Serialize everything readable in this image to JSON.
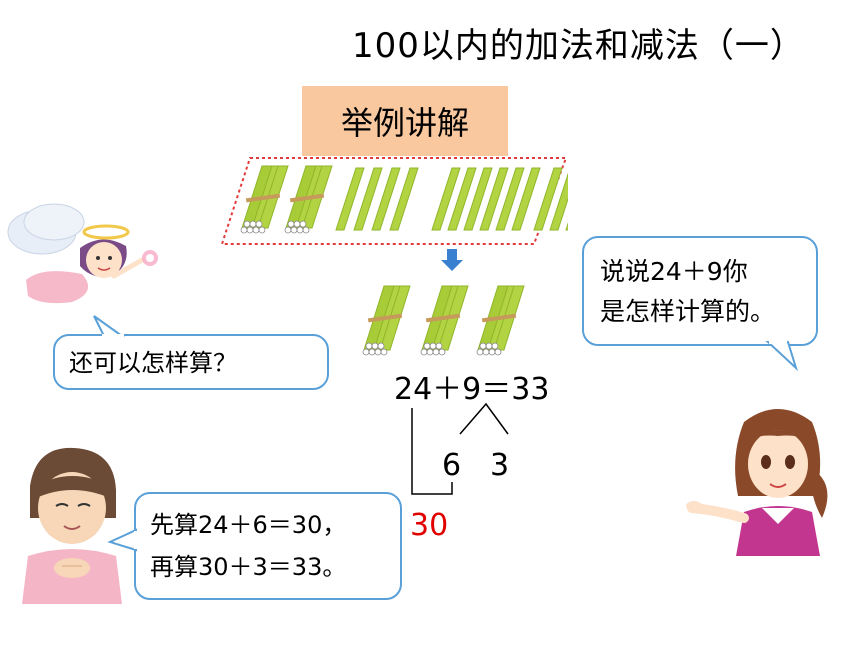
{
  "title": "100以内的加法和减法（一）",
  "banner": "举例讲解",
  "bubbles": {
    "right_line1": "说说24＋9你",
    "right_line2": "是怎样计算的。",
    "left": "还可以怎样算？",
    "bottom_line1": "先算24＋6＝30，",
    "bottom_line2": "再算30＋3＝33。"
  },
  "equation": "24＋9＝33",
  "split": {
    "left": "6",
    "right": "3"
  },
  "intermediate": "30",
  "colors": {
    "stick": "#b3d442",
    "stick_dark": "#8fb52a",
    "bubble_border": "#5aa0d8",
    "highlight": "#e00000",
    "banner": "#f9c89f",
    "arrow": "#3a80d0"
  },
  "icons": [
    "stick-bundle-icon",
    "single-stick-icon",
    "down-arrow-icon",
    "fairy-illustration",
    "girl-illustration",
    "boy-illustration"
  ]
}
